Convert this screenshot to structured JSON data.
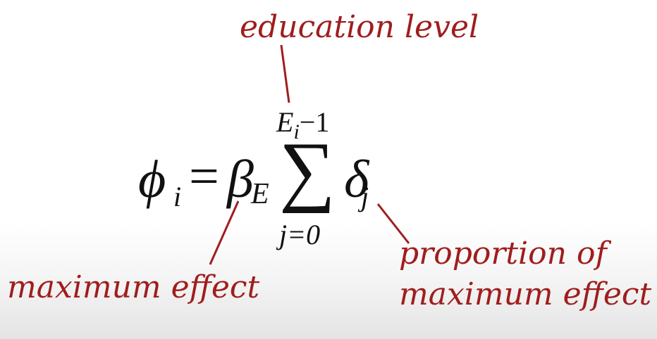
{
  "annotations": {
    "education_level": "education level",
    "maximum_effect": "maximum effect",
    "proportion_line1": "proportion of",
    "proportion_line2": "maximum effect"
  },
  "equation": {
    "lhs_symbol": "ϕ",
    "lhs_subscript": "i",
    "equals": "=",
    "beta": "β",
    "beta_subscript": "E",
    "sum": "∑",
    "sum_upper_main": "E",
    "sum_upper_sub": "i",
    "sum_upper_tail": "−1",
    "sum_lower": "j=0",
    "delta": "δ",
    "delta_subscript": "j"
  },
  "colors": {
    "annotation": "#a01d1d",
    "math": "#111111"
  }
}
